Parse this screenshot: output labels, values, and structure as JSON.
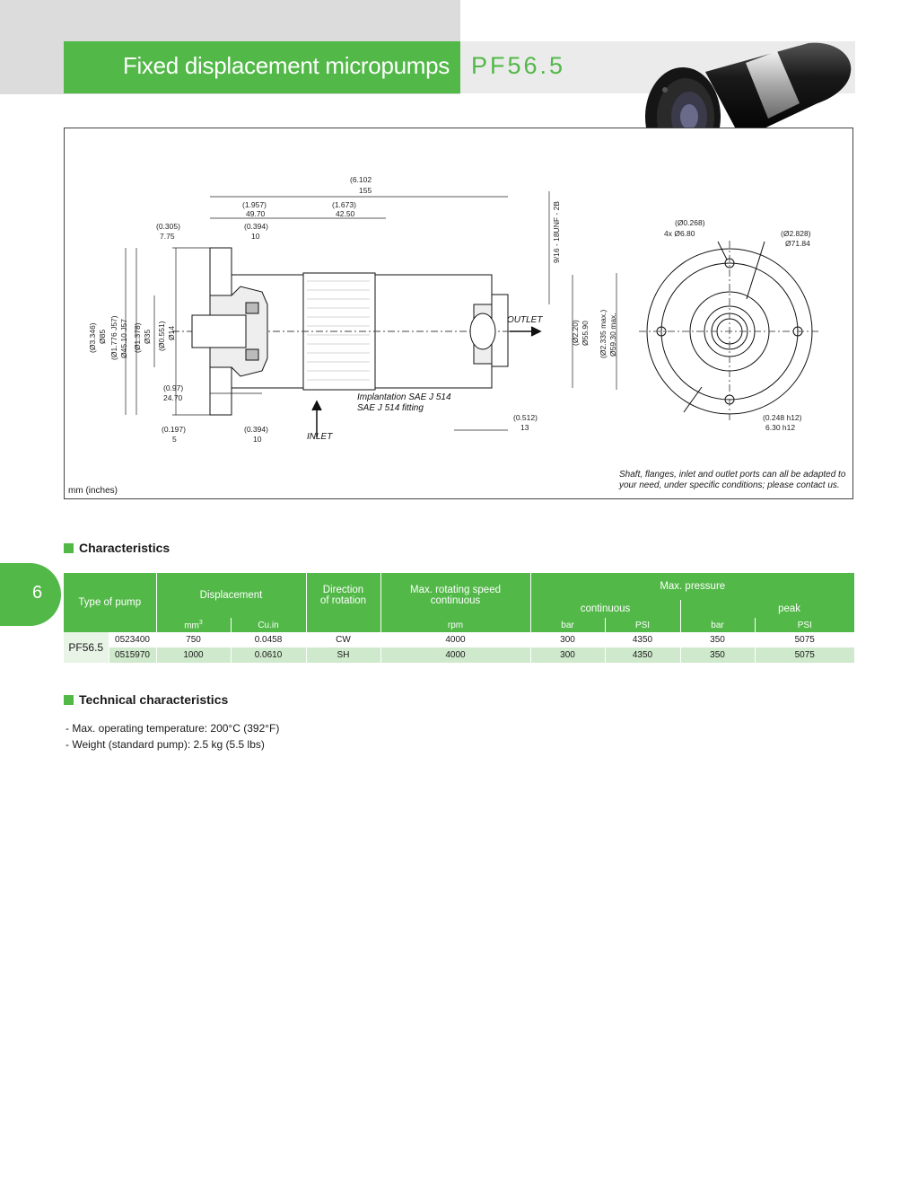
{
  "header": {
    "title": "Fixed displacement micropumps",
    "model": "PF56.5"
  },
  "drawing": {
    "dims": {
      "overall": "(6.102",
      "overall_mm": "155",
      "d1957": "(1.957)",
      "d4970": "49.70",
      "d1673": "(1.673)",
      "d4250": "42.50",
      "d0305": "(0.305)",
      "d775": "7.75",
      "d0394a": "(0.394)",
      "d10a": "10",
      "d097": "(0.97)",
      "d2470": "24.70",
      "d0197": "(0.197)",
      "d5": "5",
      "d0394b": "(0.394)",
      "d10b": "10",
      "d0512": "(0.512)",
      "d13": "13",
      "thread": "9/16 - 18UNF - 2B",
      "v3346": "(Ø3.346)",
      "v85": "Ø85",
      "v1776": "(Ø1.776 J57)",
      "v4510": "Ø45.10 J57",
      "v1378": "(Ø1.378)",
      "v35": "Ø35",
      "v0551": "(Ø0.551)",
      "v14": "Ø14",
      "v220": "(Ø2.20)",
      "v5590": "Ø55.90",
      "v2335": "(Ø2.335 max.)",
      "v5930": "Ø59.30 max.",
      "hole_in": "(Ø0.268)",
      "hole_mm": "4x Ø6.80",
      "flange_in": "(Ø2.828)",
      "flange_mm": "Ø71.84",
      "key_in": "(0.248 h12)",
      "key_mm": "6.30 h12"
    },
    "labels": {
      "outlet": "OUTLET",
      "inlet": "INLET",
      "implant1": "Implantation SAE J 514",
      "implant2": "SAE J 514 fitting"
    },
    "units_note": "mm (inches)",
    "adapt_note_1": "Shaft, flanges, inlet and outlet ports can all be adapted to",
    "adapt_note_2": "your need, under specific conditions; please contact us."
  },
  "page_number": "6",
  "characteristics": {
    "heading": "Characteristics",
    "headers": {
      "type": "Type of pump",
      "displacement": "Displacement",
      "direction_1": "Direction",
      "direction_2": "of rotation",
      "speed_1": "Max. rotating speed",
      "speed_2": "continuous",
      "pressure": "Max. pressure",
      "continuous": "continuous",
      "peak": "peak"
    },
    "units": {
      "mm3": "mm",
      "cuin": "Cu.in",
      "rpm": "rpm",
      "bar1": "bar",
      "psi1": "PSI",
      "bar2": "bar",
      "psi2": "PSI"
    },
    "pump": "PF56.5",
    "rows": [
      {
        "code": "0523400",
        "mm3": "750",
        "cuin": "0.0458",
        "dir": "CW",
        "rpm": "4000",
        "bar_c": "300",
        "psi_c": "4350",
        "bar_p": "350",
        "psi_p": "5075"
      },
      {
        "code": "0515970",
        "mm3": "1000",
        "cuin": "0.0610",
        "dir": "SH",
        "rpm": "4000",
        "bar_c": "300",
        "psi_c": "4350",
        "bar_p": "350",
        "psi_p": "5075"
      }
    ]
  },
  "technical": {
    "heading": "Technical characteristics",
    "items": [
      "-  Max. operating temperature: 200°C (392°F)",
      "-  Weight (standard pump): 2.5 kg (5.5 lbs)"
    ]
  },
  "colors": {
    "brand_green": "#52b848",
    "row_alt": "#cfe9cc"
  }
}
